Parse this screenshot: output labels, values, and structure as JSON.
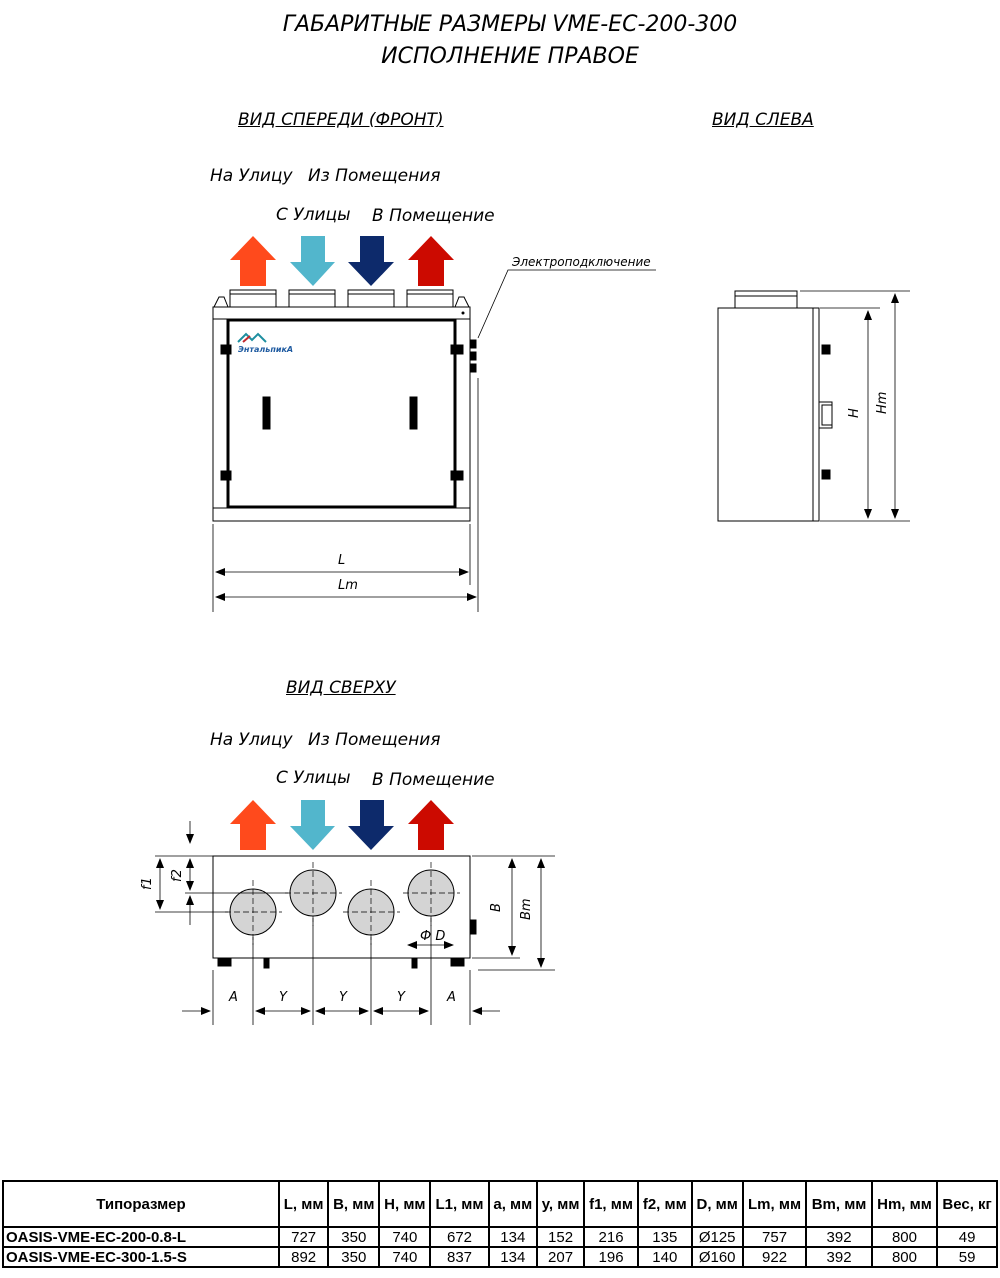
{
  "title": {
    "line1": "ГАБАРИТНЫЕ РАЗМЕРЫ VME-EC-200-300",
    "line2": "ИСПОЛНЕНИЕ ПРАВОЕ"
  },
  "views": {
    "front": "ВИД СПЕРЕДИ (ФРОНТ)",
    "left": "ВИД СЛЕВА",
    "top": "ВИД СВЕРХУ"
  },
  "flows": {
    "to_street": "На Улицу",
    "from_room": "Из Помещения",
    "from_street": "С Улицы",
    "to_room": "В Помещение"
  },
  "electric_label": "Электроподключение",
  "logo_text": "ЭнтальпикА",
  "dims": {
    "L": "L",
    "Lm": "Lm",
    "H": "H",
    "Hm": "Hm",
    "B": "B",
    "Bm": "Bm",
    "f1": "f1",
    "f2": "f2",
    "D": "Ф D",
    "A": "A",
    "Y": "Y"
  },
  "colors": {
    "exhaust": "#ff4a1c",
    "intake": "#52b6cc",
    "supply": "#0d2a6b",
    "extract": "#cc0a00",
    "duct": "#d4d4d4"
  },
  "table": {
    "headers": [
      "Типоразмер",
      "L, мм",
      "B, мм",
      "H, мм",
      "L1, мм",
      "a, мм",
      "y, мм",
      "f1, мм",
      "f2, мм",
      "D, мм",
      "Lm, мм",
      "Bm, мм",
      "Hm, мм",
      "Вес, кг"
    ],
    "rows": [
      [
        "OASIS-VME-EC-200-0.8-L",
        "727",
        "350",
        "740",
        "672",
        "134",
        "152",
        "216",
        "135",
        "Ø125",
        "757",
        "392",
        "800",
        "49"
      ],
      [
        "OASIS-VME-EC-300-1.5-S",
        "892",
        "350",
        "740",
        "837",
        "134",
        "207",
        "196",
        "140",
        "Ø160",
        "922",
        "392",
        "800",
        "59"
      ]
    ]
  }
}
